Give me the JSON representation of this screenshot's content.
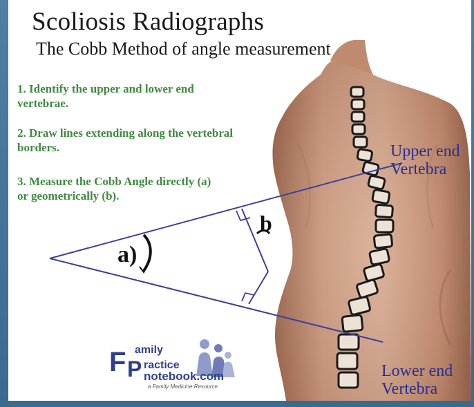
{
  "slide": {
    "title": "Scoliosis Radiographs",
    "subtitle": "The Cobb Method of angle measurement"
  },
  "steps": [
    {
      "lines": [
        "1. Identify the upper and lower end",
        "vertebrae."
      ]
    },
    {
      "lines": [
        "2. Draw lines extending along the vertebral",
        "borders."
      ]
    },
    {
      "lines": [
        "3. Measure the Cobb Angle directly (a)",
        "or geometrically (b)."
      ]
    }
  ],
  "labels": {
    "upper": [
      "Upper end",
      "Vertebra"
    ],
    "lower": [
      "Lower end",
      "Vertebra"
    ]
  },
  "angles": {
    "a": "a)",
    "b": "b"
  },
  "logo": {
    "line1": "amily",
    "line2": "ractice",
    "line3": "notebook.com",
    "letter_f": "F",
    "letter_p": "P",
    "tagline": "a Family Medicine Resource"
  },
  "colors": {
    "step_text": "#3f8a3f",
    "label_text": "#2a2f8f",
    "cobb_lines": "#3d3f9e",
    "skin": "#c89478",
    "vertebra": "#e9ddd0"
  }
}
